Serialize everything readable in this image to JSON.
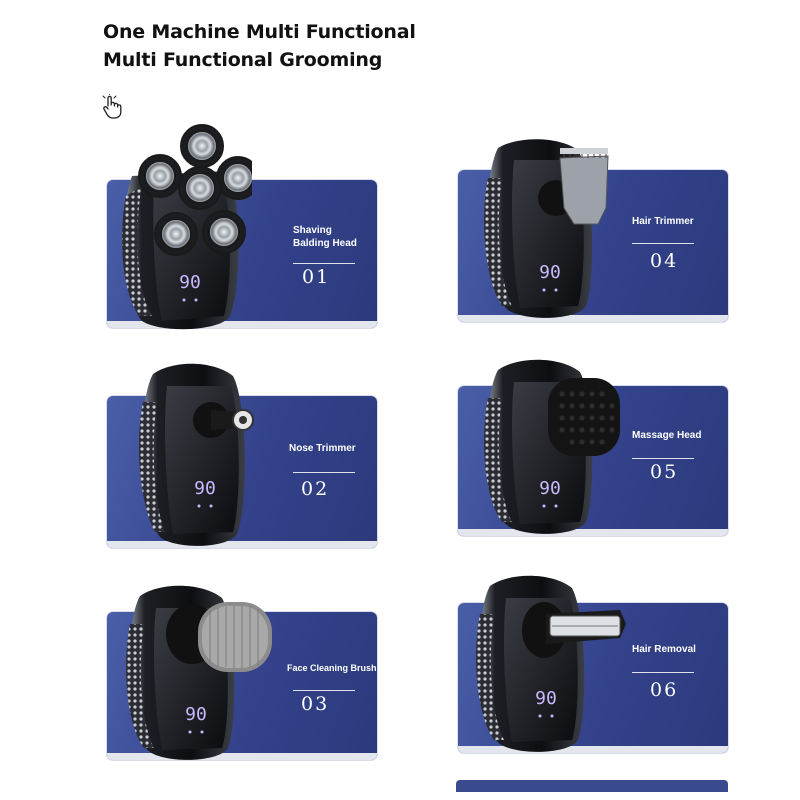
{
  "title": {
    "line1": "One Machine Multi Functional",
    "line2": "Multi Functional Grooming"
  },
  "icons": {
    "hand": "pointer-hand-icon"
  },
  "colors": {
    "panel": "#33428a",
    "panel_light": "#4a5ea8",
    "text": "#ffffff",
    "display": "#c9b8ff"
  },
  "display_value": "90",
  "cards": [
    {
      "label": "Shaving Balding Head",
      "label_lines": [
        "Shaving",
        "Balding Head"
      ],
      "number": "01"
    },
    {
      "label": "Hair Trimmer",
      "label_lines": [
        "Hair Trimmer"
      ],
      "number": "04"
    },
    {
      "label": "Nose Trimmer",
      "label_lines": [
        "Nose Trimmer"
      ],
      "number": "02"
    },
    {
      "label": "Massage Head",
      "label_lines": [
        "Massage Head"
      ],
      "number": "05"
    },
    {
      "label": "Face Cleaning Brush",
      "label_lines": [
        "Face Cleaning Brush"
      ],
      "number": "03"
    },
    {
      "label": "Hair Removal",
      "label_lines": [
        "Hair Removal"
      ],
      "number": "06"
    }
  ]
}
